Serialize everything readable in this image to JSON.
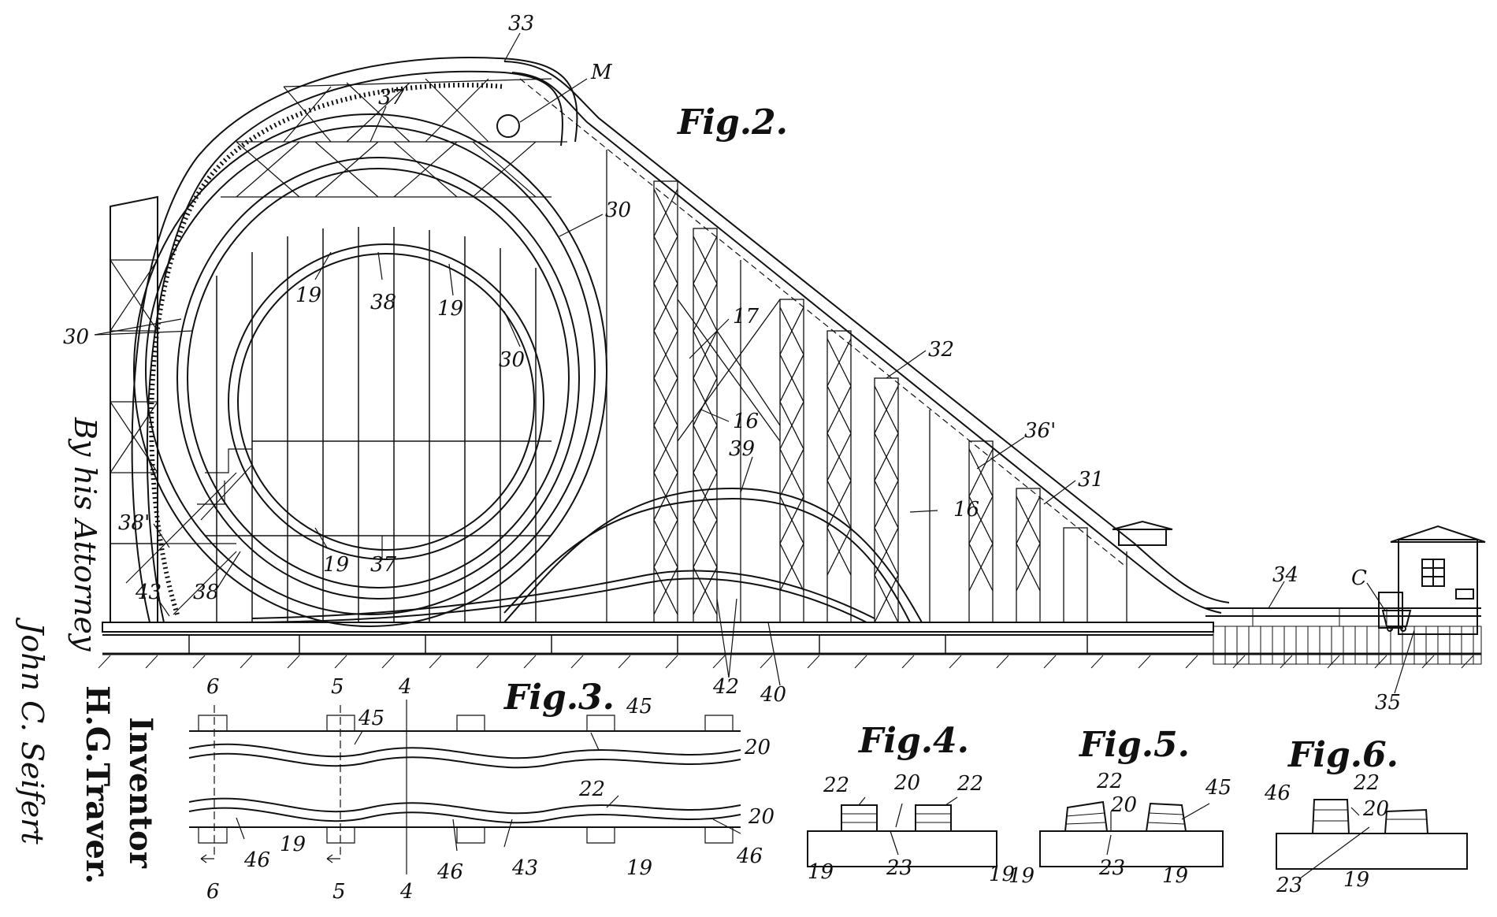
{
  "figures": {
    "fig2": "Fig.2.",
    "fig3": "Fig.3.",
    "fig4": "Fig.4.",
    "fig5": "Fig.5.",
    "fig6": "Fig.6."
  },
  "fig2_labels": {
    "l33": "33",
    "lM": "M",
    "l37a": "37",
    "l30a": "30",
    "l30b": "30",
    "l19a": "19",
    "l38a": "38",
    "l19b": "19",
    "l30c": "30",
    "l17": "17",
    "l16a": "16",
    "l39": "39",
    "l32": "32",
    "l36p": "36'",
    "l31": "31",
    "l16b": "16",
    "l38p": "38'",
    "l19c": "19",
    "l37b": "37",
    "l43": "43",
    "l38b": "38",
    "l34": "34",
    "lC": "C",
    "l42": "42",
    "l40": "40",
    "l35": "35"
  },
  "fig3_labels": {
    "s6a": "6",
    "s5a": "5",
    "s4a": "4",
    "s45a": "45",
    "s45b": "45",
    "s20a": "20",
    "s22": "22",
    "s20b": "20",
    "s46a": "46",
    "s19a": "19",
    "s46b": "46",
    "s43": "43",
    "s19b": "19",
    "s46c": "46",
    "s6b": "6",
    "s5b": "5",
    "s4b": "4"
  },
  "fig4_labels": {
    "a22a": "22",
    "a20": "20",
    "a22b": "22",
    "a19a": "19",
    "a23": "23",
    "a19b": "19"
  },
  "fig5_labels": {
    "b22": "22",
    "b20": "20",
    "b45": "45",
    "b19a": "19",
    "b23": "23",
    "b19b": "19"
  },
  "fig6_labels": {
    "c46": "46",
    "c22": "22",
    "c20": "20",
    "c23": "23",
    "c19": "19"
  },
  "margin": {
    "attorney": "By his Attorney",
    "inventor": "Inventor",
    "inventor_name": "H.G.Traver.",
    "signature": "John C. Seifert"
  }
}
